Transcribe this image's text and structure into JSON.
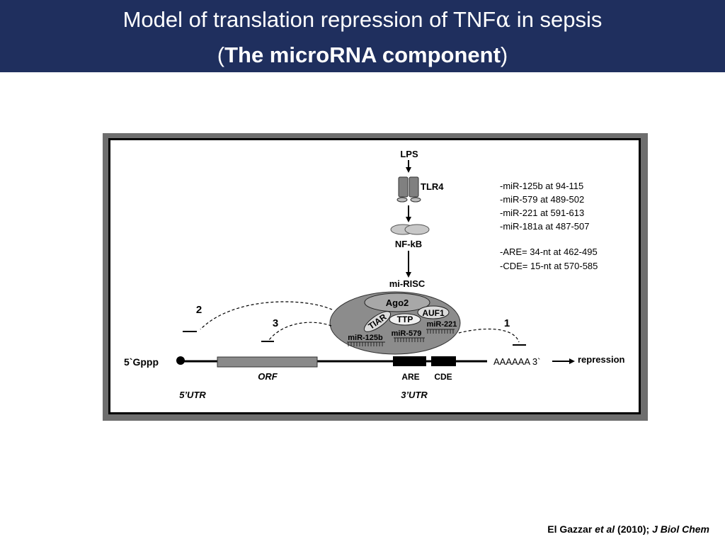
{
  "header": {
    "title_line1_pre": "Model of translation repression of TNF",
    "title_line1_greek": "α",
    "title_line1_post": " in sepsis",
    "title_line2_open": "(",
    "title_line2_bold": "The microRNA component",
    "title_line2_close": ")"
  },
  "diagram": {
    "lps": "LPS",
    "tlr4": "TLR4",
    "nfkb": "NF-kB",
    "mirisc": "mi-RISC",
    "ago2": "Ago2",
    "auf1": "AUF1",
    "ttp": "TTP",
    "tiar": "TIAR",
    "mir221": "miR-221",
    "mir579": "miR-579",
    "mir125b": "miR-125b",
    "site_list": [
      "-miR-125b at 94-115",
      "-miR-579 at 489-502",
      "-miR-221 at 591-613",
      "-miR-181a at 487-507"
    ],
    "element_list": [
      "-ARE= 34-nt at 462-495",
      "-CDE= 15-nt at 570-585"
    ],
    "path_labels": [
      "2",
      "3",
      "1"
    ],
    "cap": "5`Gppp",
    "orf": "ORF",
    "utr5": "5’UTR",
    "utr3": "3’UTR",
    "are": "ARE",
    "cde": "CDE",
    "polya": "AAAAAA 3`",
    "repression": "repression"
  },
  "citation": {
    "authors": "El Gazzar ",
    "etal": "et al",
    "year": " (2010); ",
    "journal": "J Biol Chem"
  },
  "colors": {
    "header_bg": "#1f2f5e",
    "risc_fill": "#8c8c8c",
    "receptor_fill": "#808080",
    "orf_fill": "#8a8a8a"
  }
}
